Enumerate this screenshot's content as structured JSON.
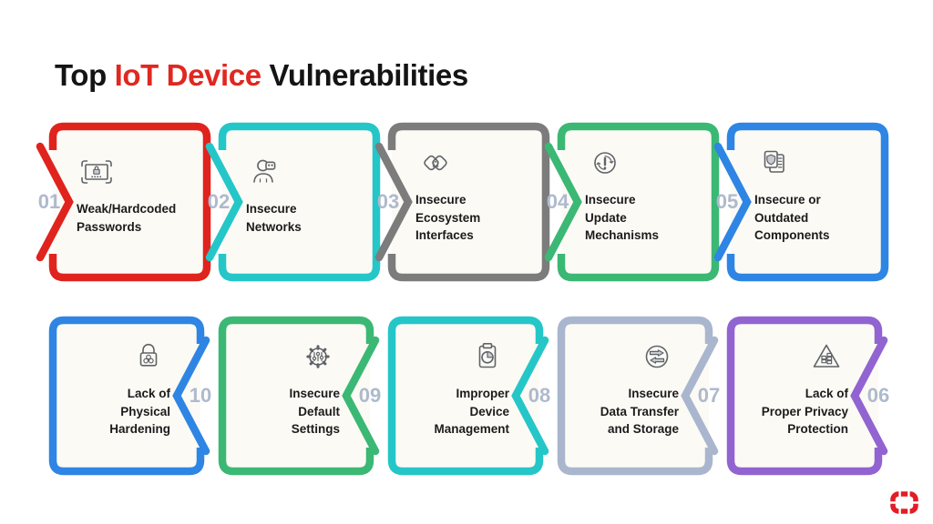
{
  "title": {
    "prefix": "Top ",
    "highlight": "IoT Device",
    "suffix": " Vulnerabilities"
  },
  "cards": [
    {
      "number": "01",
      "label": "Weak/Hardcoded\nPasswords",
      "color": "#E0231D",
      "icon": "password-icon"
    },
    {
      "number": "02",
      "label": "Insecure\nNetworks",
      "color": "#25C6C8",
      "icon": "hacker-icon"
    },
    {
      "number": "03",
      "label": "Insecure\nEcosystem\nInterfaces",
      "color": "#7C7C7C",
      "icon": "ecosystem-icon"
    },
    {
      "number": "04",
      "label": "Insecure\nUpdate\nMechanisms",
      "color": "#3BB874",
      "icon": "update-warning-icon"
    },
    {
      "number": "05",
      "label": "Insecure or\nOutdated\nComponents",
      "color": "#2E85E4",
      "icon": "outdated-components-icon"
    },
    {
      "number": "06",
      "label": "Lack of\nProper Privacy\nProtection",
      "color": "#9164D1",
      "icon": "privacy-risk-icon"
    },
    {
      "number": "07",
      "label": "Insecure\nData Transfer\nand Storage",
      "color": "#A9B6CE",
      "icon": "data-transfer-icon"
    },
    {
      "number": "08",
      "label": "Improper\nDevice\nManagement",
      "color": "#25C6C8",
      "icon": "device-management-icon"
    },
    {
      "number": "09",
      "label": "Insecure\nDefault\nSettings",
      "color": "#3BB874",
      "icon": "settings-gear-icon"
    },
    {
      "number": "10",
      "label": "Lack of\nPhysical\nHardening",
      "color": "#2E85E4",
      "icon": "physical-hardening-icon"
    }
  ],
  "logo": {
    "name": "fortinet-logo",
    "color": "#E21D25"
  }
}
